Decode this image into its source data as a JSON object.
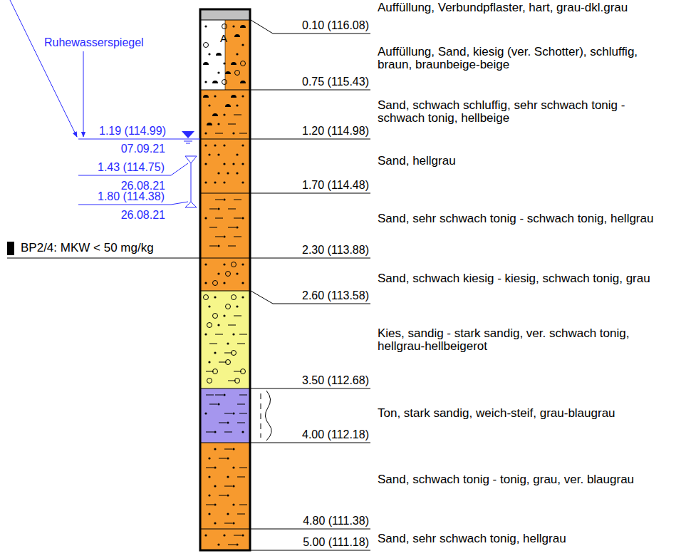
{
  "diagram": {
    "labels": [
      "0.10 (116.08)",
      "Auffüllung, Verbundpflaster, hart, grau-dkl.grau",
      "0.75 (115.43)",
      "Auffüllung, Sand, kiesig (ver. Schotter), schluffig, braun, braunbeige-beige",
      "1.20 (114.98)",
      "Sand, schwach schluffig, sehr schwach tonig - schwach tonig, hellbeige",
      "1.70 (114.48)",
      "Sand, hellgrau",
      "2.30 (113.88)",
      "Sand, sehr schwach tonig - schwach tonig, hellgrau",
      "2.60 (113.58)",
      "Sand, schwach kiesig - kiesig, schwach tonig, grau",
      "3.50 (112.68)",
      "Kies, sandig - stark sandig, ver. schwach tonig, hellgrau-hellbeigerot",
      "4.00 (112.18)",
      "Ton, stark sandig, weich-steif, grau-blaugrau",
      "4.80 (111.38)",
      "Sand, schwach tonig - tonig, grau, ver. blaugrau",
      "5.00 (111.18)",
      "Sand, sehr schwach tonig, hellgrau",
      "A",
      "Ruhewasserspiegel",
      "1.19 (114.99)",
      "07.09.21",
      "1.43 (114.75)",
      "26.08.21",
      "1.80 (114.38)",
      "26.08.21",
      "BP2/4: MKW < 50 mg/kg"
    ]
  }
}
